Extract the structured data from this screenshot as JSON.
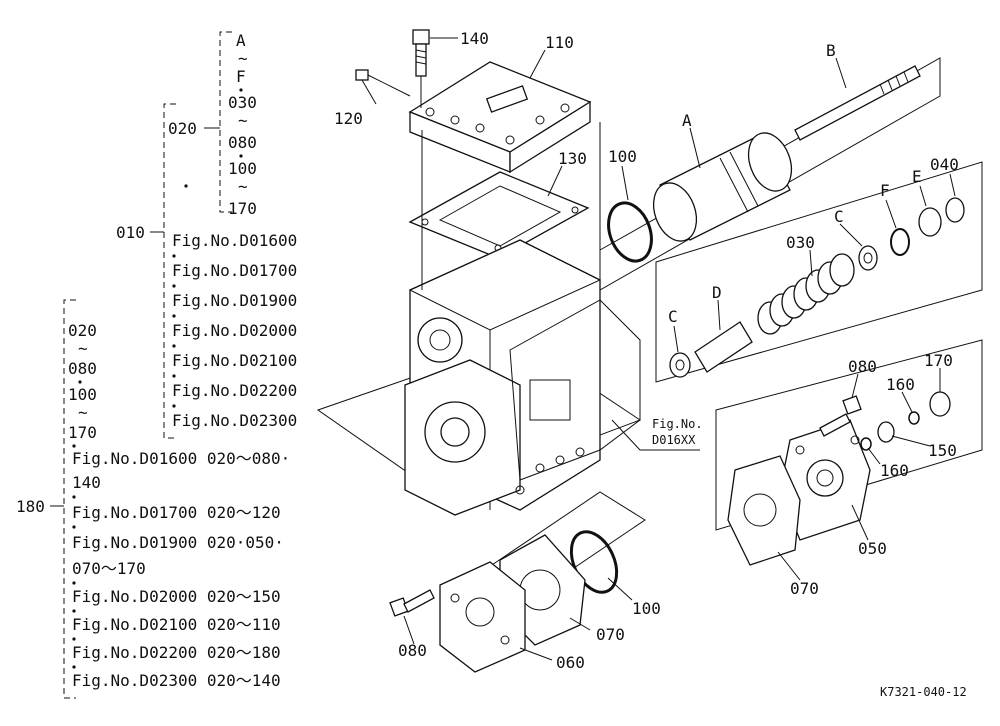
{
  "part_labels": {
    "p140_top": "140",
    "p110": "110",
    "p120": "120",
    "pB": "B",
    "pA": "A",
    "p130": "130",
    "p100_top": "100",
    "p040": "040",
    "pE": "E",
    "pF": "F",
    "pC_right": "C",
    "p030": "030",
    "pD": "D",
    "pC_left": "C",
    "p080_right": "080",
    "p170_right": "170",
    "p160_top": "160",
    "p150": "150",
    "p160_bottom": "160",
    "p050": "050",
    "p070_right": "070",
    "p100_bottom": "100",
    "p070_bottom": "070",
    "p060": "060",
    "p080_bottom": "080",
    "fig_ref_line1": "Fig.No.",
    "fig_ref_line2": "D016XX"
  },
  "tree_020": {
    "label": "020",
    "items": [
      "A",
      "~",
      "F",
      "030",
      "~",
      "080",
      "100",
      "~",
      "170"
    ]
  },
  "tree_010": {
    "label": "010",
    "items": [
      "Fig.No.D01600",
      "Fig.No.D01700",
      "Fig.No.D01900",
      "Fig.No.D02000",
      "Fig.No.D02100",
      "Fig.No.D02200",
      "Fig.No.D02300"
    ]
  },
  "tree_180": {
    "label": "180",
    "items": [
      "020",
      "~",
      "080",
      "100",
      "~",
      "170",
      "Fig.No.D01600  020〜080·",
      "140",
      "Fig.No.D01700  020〜120",
      "Fig.No.D01900  020·050·",
      "070〜170",
      "Fig.No.D02000  020〜150",
      "Fig.No.D02100  020〜110",
      "Fig.No.D02200  020〜180",
      "Fig.No.D02300  020〜140"
    ]
  },
  "footer": {
    "code": "K7321-040-12"
  }
}
